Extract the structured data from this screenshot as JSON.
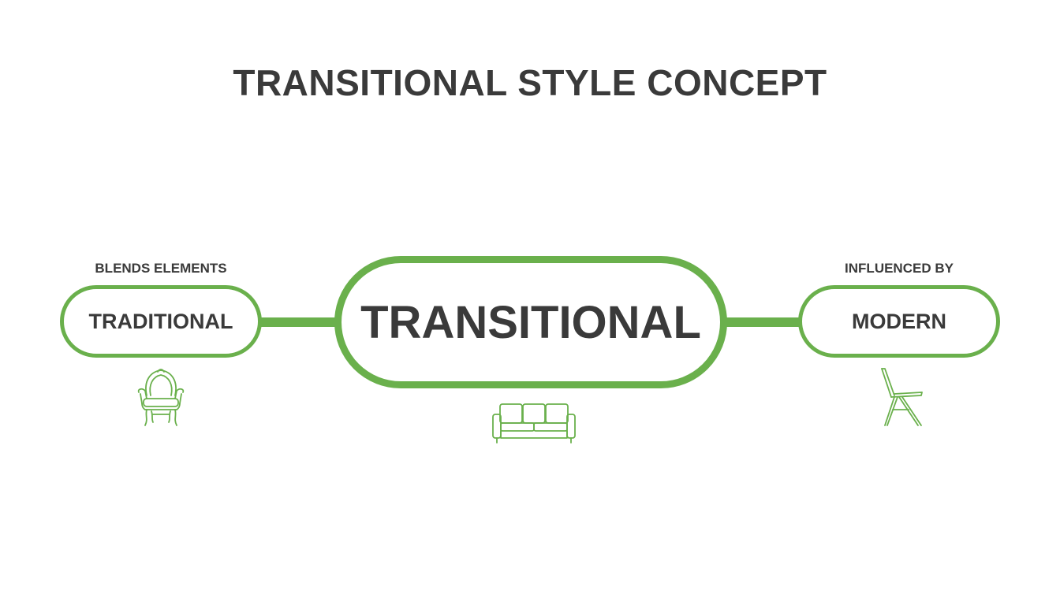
{
  "title": "TRANSITIONAL STYLE CONCEPT",
  "nodes": {
    "left": {
      "caption": "BLENDS ELEMENTS",
      "label": "TRADITIONAL",
      "icon": "traditional-armchair-icon"
    },
    "center": {
      "label": "TRANSITIONAL",
      "icon": "sofa-icon"
    },
    "right": {
      "caption": "INFLUENCED BY",
      "label": "MODERN",
      "icon": "modern-chair-icon"
    }
  },
  "colors": {
    "accent": "#6ab04c",
    "text": "#3a3a3a",
    "background": "#ffffff"
  }
}
